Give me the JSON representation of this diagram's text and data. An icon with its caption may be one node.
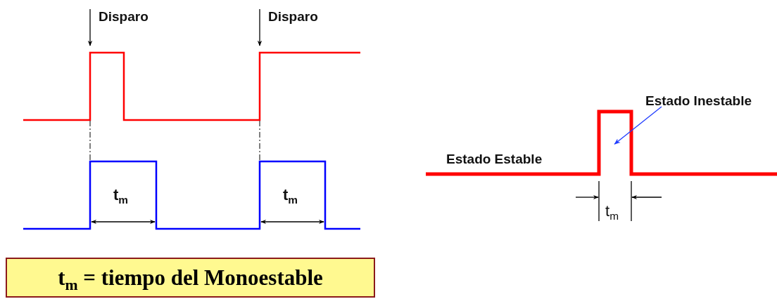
{
  "diagram": {
    "nodes": [
      {
        "text": [
          "Estado Inestable"
        ]
      },
      {
        "text": [
          "t$_{m}$ = tiempo del Monoestable"
        ]
      },
      {
        "text": [],
        "shape": "picture"
      }
    ],
    "edges": [
      {
        "from": 0,
        "to": 2,
        "arrow": "to",
        "color": "#1f3cff"
      }
    ],
    "labels": [
      "Disparo",
      "Disparo",
      "t$_{m}$",
      "t$_{m}$",
      "Estado Estable",
      "t$_{m}$"
    ]
  }
}
